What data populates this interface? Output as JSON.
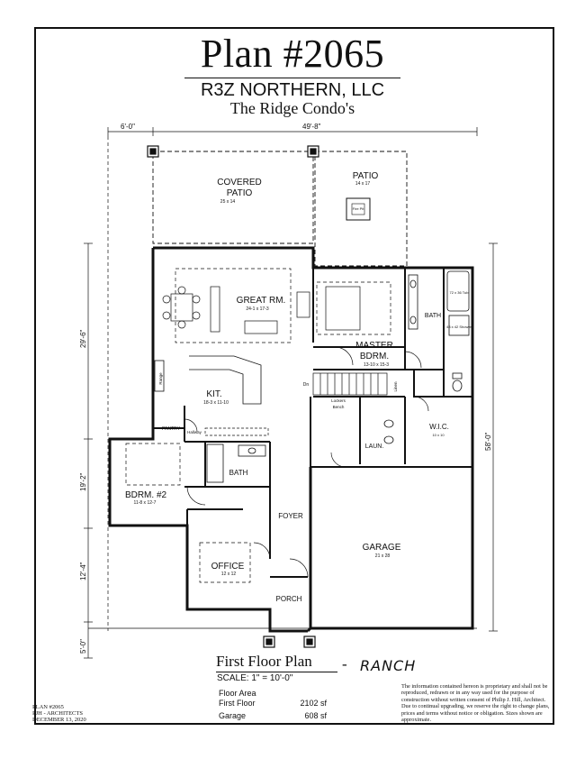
{
  "header": {
    "plan_number": "Plan #2065",
    "company": "R3Z NORTHERN, LLC",
    "project": "The Ridge Condo's"
  },
  "dimensions": {
    "top_left": "6'-0\"",
    "top_overall": "49'-8\"",
    "left_upper": "29'-6\"",
    "left_middle": "19'-2\"",
    "left_lower": "12'-4\"",
    "left_bottom": "5'-0\"",
    "right_overall": "58'-0\""
  },
  "rooms": {
    "covered_patio": {
      "name_line1": "COVERED",
      "name_line2": "PATIO",
      "size": "25 x 14"
    },
    "patio": {
      "name": "PATIO",
      "size": "14 x 17",
      "feature": "Fire Pit"
    },
    "great_room": {
      "name": "GREAT RM.",
      "size": "24-1 x 17-3"
    },
    "master_bedroom": {
      "name_line1": "MASTER",
      "name_line2": "BDRM.",
      "size": "13-10 x 15-3"
    },
    "master_bath": {
      "name": "BATH",
      "tub": "72 x 36 Tub",
      "shower": "48 x 42 Shower"
    },
    "kitchen": {
      "name": "KIT.",
      "size": "18-3 x 11-10"
    },
    "pantry": {
      "name": "PANTRY"
    },
    "wic": {
      "name": "W.I.C.",
      "size": "10 x 10"
    },
    "laundry": {
      "name": "LAUN."
    },
    "lockers": {
      "line1": "Lockers",
      "line2": "Bench"
    },
    "linen": {
      "name": "Linen"
    },
    "bedroom2": {
      "name": "BDRM. #2",
      "size": "11-8 x 12-7"
    },
    "bath2": {
      "name": "BATH"
    },
    "foyer": {
      "name": "FOYER"
    },
    "office": {
      "name": "OFFICE",
      "size": "12 x 12"
    },
    "garage": {
      "name": "GARAGE",
      "size": "21 x 28"
    },
    "porch": {
      "name": "PORCH"
    },
    "misc": {
      "down": "Dn",
      "hallway": "Hallway",
      "range": "Range"
    }
  },
  "footer": {
    "plan_title": "First Floor Plan",
    "plan_dash": "-",
    "handwritten_note": "RANCH",
    "scale": "SCALE: 1\" = 10'-0\"",
    "floor_area_label": "Floor Area",
    "first_floor_label": "First Floor",
    "first_floor_value": "2102 sf",
    "garage_label": "Garage",
    "garage_value": "608 sf",
    "disclaimer": "The information contained hereon is proprietary and shall not be reproduced, redrawn or in any way used for the purpose of construction without written consent of Philip J. Hill, Architect. Due to continual upgrading, we reserve the right to change plans, prices and terms without notice or obligation. Sizes shown are approximate.",
    "credit_line1": "PLAN #2065",
    "credit_line2": "PJH - ARCHITECTS",
    "credit_line3": "DECEMBER 13, 2020"
  }
}
